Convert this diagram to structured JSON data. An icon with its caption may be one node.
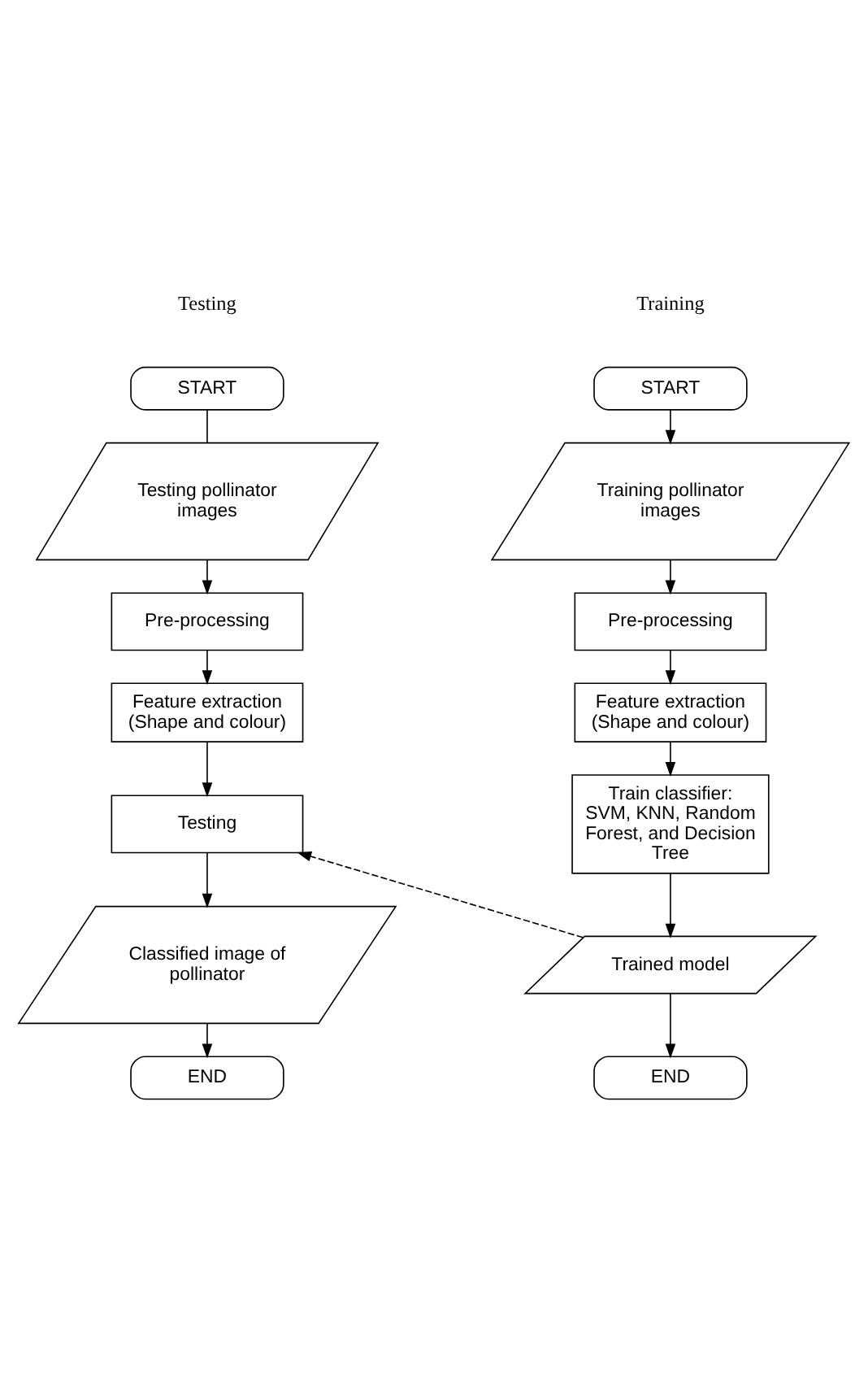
{
  "diagram": {
    "nodes": [
      {
        "text": [
          "START"
        ]
      },
      {
        "text": [
          "Training pollinator images"
        ]
      },
      {
        "text": [
          "Pre-processing"
        ]
      },
      {
        "text": [
          "Feature extraction (Shape and colour)"
        ]
      },
      {
        "text": [
          "Train classifier: SVM, KNN, Random Forest, and Decision Tree"
        ]
      },
      {
        "text": [
          "Trained model"
        ]
      },
      {
        "text": [
          "END"
        ]
      },
      {
        "text": [
          "START"
        ]
      },
      {
        "text": [
          "Testing pollinator images"
        ]
      },
      {
        "text": [
          "Pre-processing"
        ]
      },
      {
        "text": [
          "Feature extraction (Shape and colour)"
        ]
      },
      {
        "text": [
          "Testing"
        ]
      },
      {
        "text": [
          "Classified image of pollinator"
        ]
      },
      {
        "text": [
          "END"
        ]
      }
    ],
    "edges": [
      {
        "from": 0,
        "to": 1,
        "arrow": "to"
      },
      {
        "from": 1,
        "to": 2,
        "arrow": "to"
      },
      {
        "from": 2,
        "to": 3,
        "arrow": "to"
      },
      {
        "from": 3,
        "to": 4,
        "arrow": "to"
      },
      {
        "from": 4,
        "to": 5,
        "arrow": "to"
      },
      {
        "from": 5,
        "to": 6,
        "arrow": "to"
      },
      {
        "from": 7,
        "to": 8,
        "arrow": "none"
      },
      {
        "from": 8,
        "to": 9,
        "arrow": "to"
      },
      {
        "from": 9,
        "to": 10,
        "arrow": "to"
      },
      {
        "from": 10,
        "to": 11,
        "arrow": "to"
      },
      {
        "from": 11,
        "to": 12,
        "arrow": "to"
      },
      {
        "from": 12,
        "to": 13,
        "arrow": "to"
      },
      {
        "from": 5,
        "to": 11,
        "arrow": "to",
        "style": "dashed"
      }
    ],
    "labels": [
      "Training",
      "Testing"
    ]
  }
}
